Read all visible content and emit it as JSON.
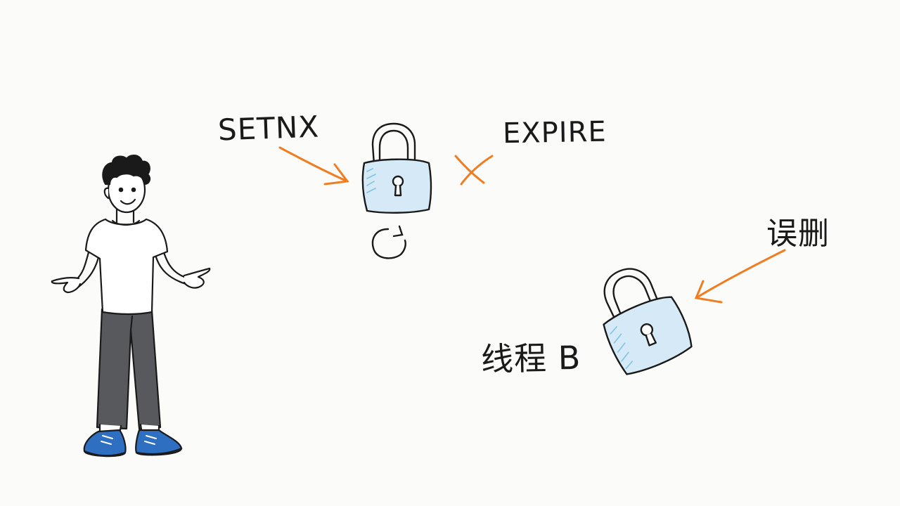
{
  "labels": {
    "setnx": "SETNX",
    "expire": "EXPIRE",
    "mistaken_delete": "误删",
    "thread_b": "线程 B"
  },
  "colors": {
    "background": "#fbfbfa",
    "ink": "#1a1a1a",
    "arrow": "#ef7d22",
    "lock_body": "#d6e9f7",
    "lock_hatch": "#7fc6dc",
    "shirt": "#ffffff",
    "pants": "#58595c",
    "shoes": "#2f6fc1"
  },
  "icons": {
    "character": "person-presenting-icon",
    "lock_top": "padlock-icon",
    "lock_bottom": "padlock-icon",
    "retry": "circular-arrow-icon",
    "cross": "cross-mark-icon"
  }
}
